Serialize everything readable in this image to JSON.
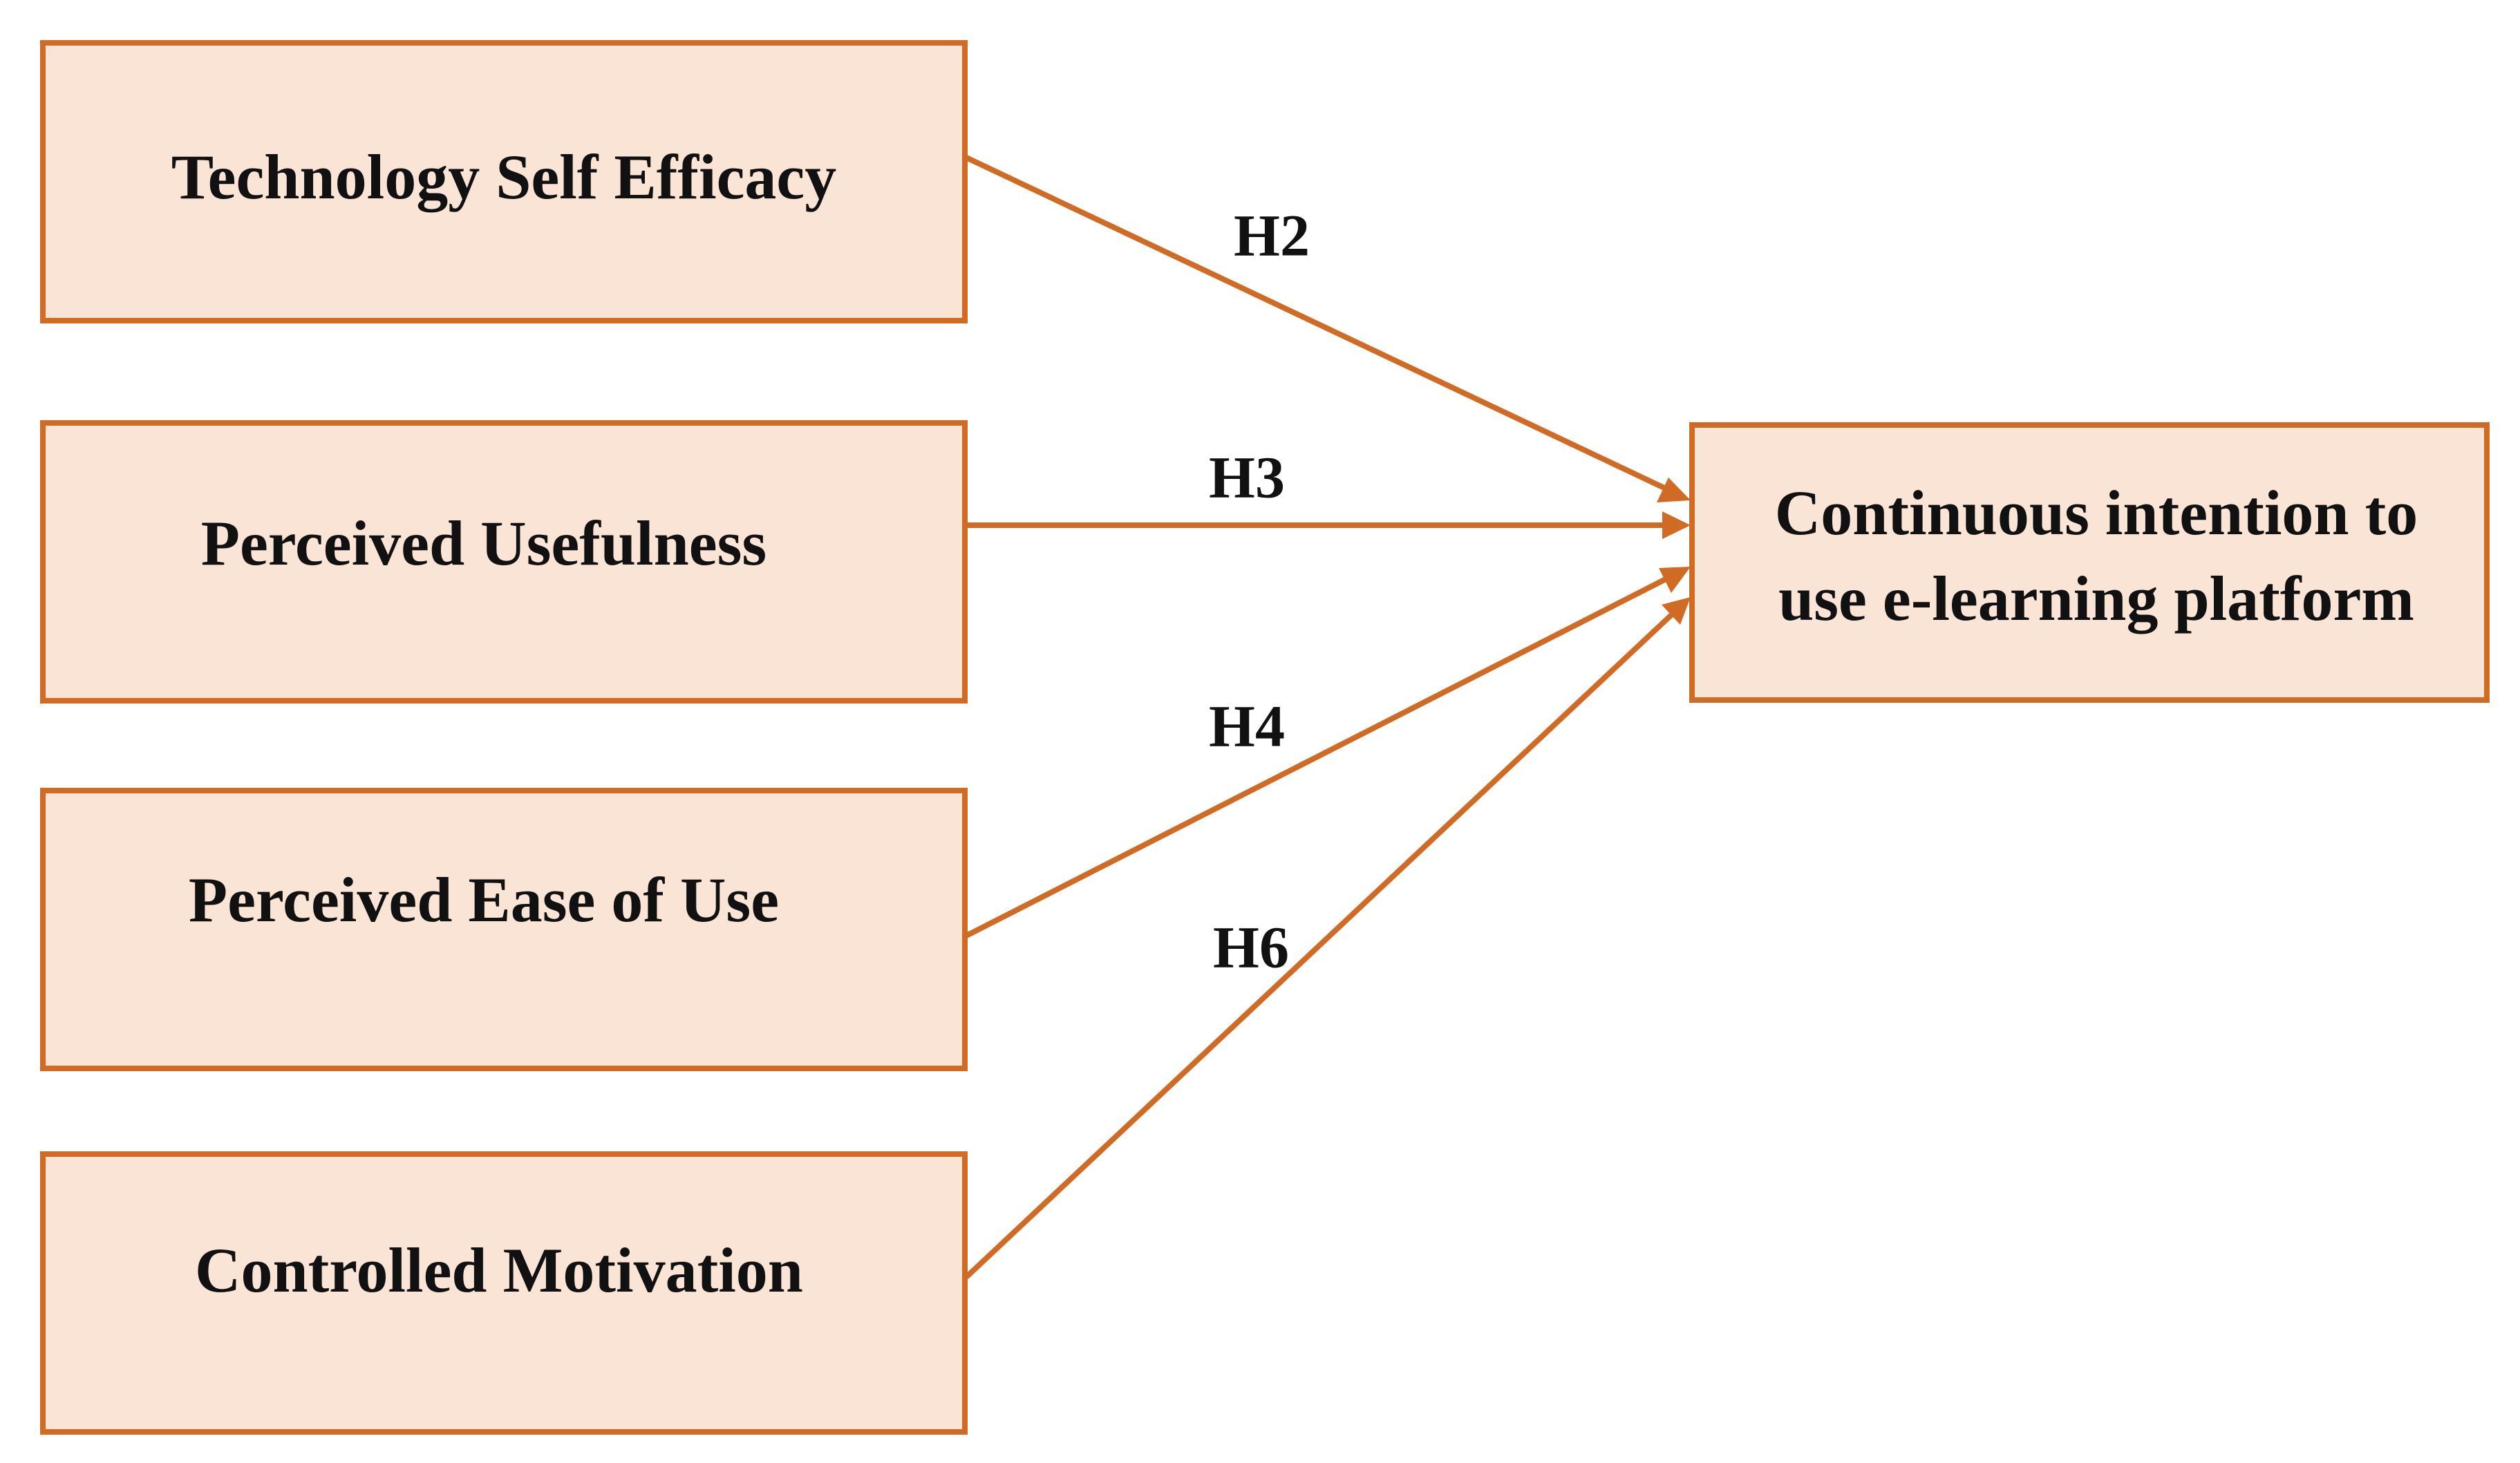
{
  "diagram": {
    "predictors": [
      {
        "id": "tse",
        "label": "Technology Self Efficacy"
      },
      {
        "id": "pu",
        "label": "Perceived Usefulness"
      },
      {
        "id": "peou",
        "label": "Perceived Ease of Use"
      },
      {
        "id": "cm",
        "label": "Controlled Motivation"
      }
    ],
    "outcome": {
      "line1": "Continuous intention to",
      "line2": "use e-learning platform"
    },
    "paths": [
      {
        "from": "tse",
        "to": "outcome",
        "label": "H2"
      },
      {
        "from": "pu",
        "to": "outcome",
        "label": "H3"
      },
      {
        "from": "peou",
        "to": "outcome",
        "label": "H4"
      },
      {
        "from": "cm",
        "to": "outcome",
        "label": "H6"
      }
    ],
    "colors": {
      "box_fill": "#fae4d6",
      "box_stroke": "#cf6b25",
      "arrow": "#cf6b25",
      "text": "#111111"
    }
  }
}
